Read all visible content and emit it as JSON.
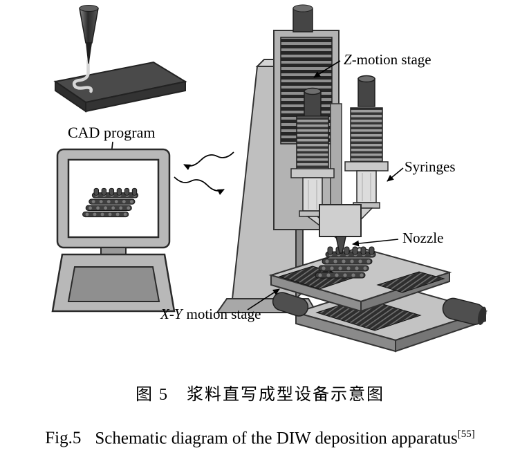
{
  "figure": {
    "inset": {
      "label": "CAD program"
    },
    "apparatus_labels": {
      "z_stage_italic": "Z",
      "z_stage_rest": "-motion stage",
      "syringes": "Syringes",
      "nozzle": "Nozzle",
      "xy_stage_italic": "X-Y",
      "xy_stage_rest": "motion stage"
    },
    "captions": {
      "zh": "图 5　浆料直写成型设备示意图",
      "en_label": "Fig.5",
      "en_text": "Schematic diagram of the DIW deposition apparatus",
      "en_ref": "[55]"
    },
    "colors": {
      "background": "#ffffff",
      "dark_metal": "#3d3d3d",
      "mid_metal": "#9c9c9c",
      "light_metal": "#c6c6c6",
      "line": "#000000"
    }
  }
}
